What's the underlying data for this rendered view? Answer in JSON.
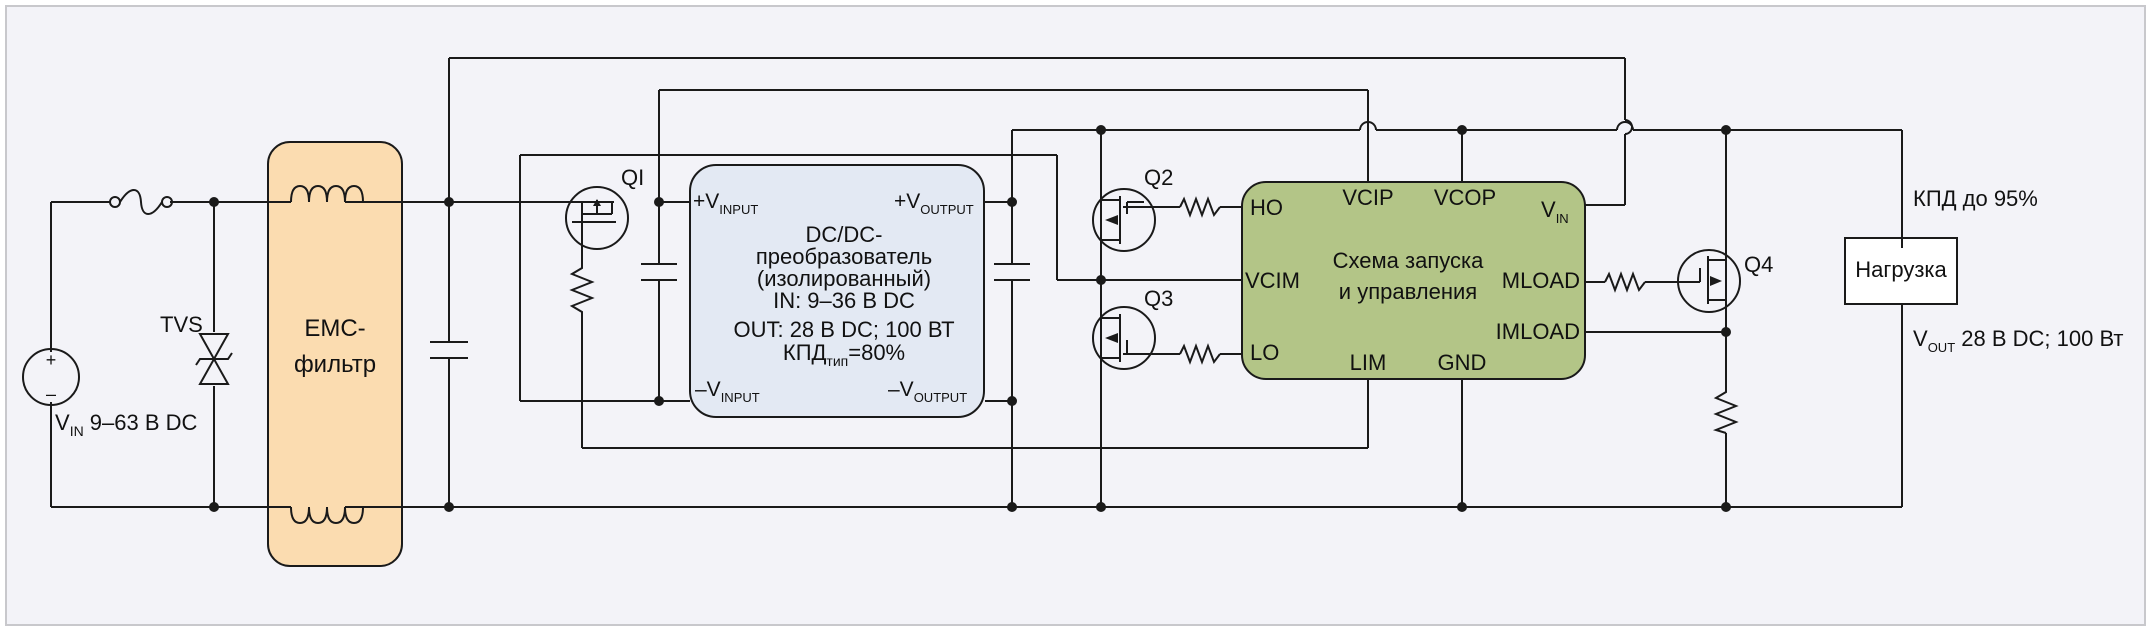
{
  "colors": {
    "background": "#f3f3f8",
    "frame": "#c8c8cc",
    "emc_fill": "#fbdcb0",
    "dcdc_fill": "#e3e9f3",
    "control_fill": "#b3c587",
    "wire": "#1a1a1a"
  },
  "input": {
    "vin_main": "V",
    "vin_sub": "IN",
    "vin_rest": " 9–63 В DC",
    "plus": "+",
    "minus": "–"
  },
  "tvs_label": "TVS",
  "emc": {
    "line1": "ЕМС-",
    "line2": "фильтр"
  },
  "q1_label": "QI",
  "q2_label": "Q2",
  "q3_label": "Q3",
  "q4_label": "Q4",
  "dcdc": {
    "pin_vin_plus_main": "+V",
    "pin_vin_plus_sub": "INPUT",
    "pin_vout_plus_main": "+V",
    "pin_vout_plus_sub": "OUTPUT",
    "pin_vin_minus_main": "–V",
    "pin_vin_minus_sub": "INPUT",
    "pin_vout_minus_main": "–V",
    "pin_vout_minus_sub": "OUTPUT",
    "line1": "DC/DC-",
    "line2": "преобразователь",
    "line3": "(изолированный)",
    "line4": "IN: 9–36 В DC",
    "line5": "OUT: 28 В DC; 100 ВТ",
    "eff_main": "КПД",
    "eff_sub": "тип",
    "eff_rest": "=80%"
  },
  "control": {
    "title1": "Схема запуска",
    "title2": "и управления",
    "pin_ho": "HO",
    "pin_lo": "LO",
    "pin_vcim": "VCIM",
    "pin_vcip": "VCIP",
    "pin_vcop": "VCOP",
    "pin_vin_main": "V",
    "pin_vin_sub": "IN",
    "pin_mload": "MLOAD",
    "pin_imload": "IMLOAD",
    "pin_lim": "LIM",
    "pin_gnd": "GND"
  },
  "load": {
    "label": "Нагрузка",
    "efficiency": "КПД до 95%",
    "vout_main": "V",
    "vout_sub": "OUT",
    "vout_rest": " 28 В DC; 100 Вт"
  }
}
